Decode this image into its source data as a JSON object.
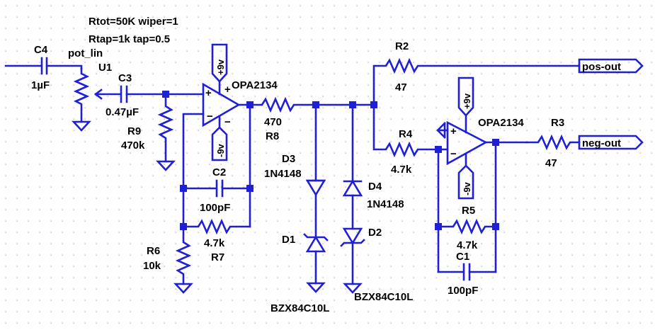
{
  "directive": {
    "line1": "Rtot=50K wiper=1",
    "line2": "Rtap=1k tap=0.5",
    "line3": "pot_lin"
  },
  "components": {
    "C4": {
      "ref": "C4",
      "value": "1µF"
    },
    "U1": {
      "ref": "U1"
    },
    "C3": {
      "ref": "C3",
      "value": "0.47µF"
    },
    "R9": {
      "ref": "R9",
      "value": "470k"
    },
    "OA1": {
      "model": "OPA2134",
      "vpos": "+9v",
      "vneg": "-9v"
    },
    "R8": {
      "ref": "R8",
      "value": "470"
    },
    "C2": {
      "ref": "C2",
      "value": "100pF"
    },
    "R7": {
      "ref": "R7",
      "value": "4.7k"
    },
    "R6": {
      "ref": "R6",
      "value": "10k"
    },
    "D3": {
      "ref": "D3",
      "value": "1N4148"
    },
    "D1": {
      "ref": "D1",
      "value": "BZX84C10L"
    },
    "D4": {
      "ref": "D4",
      "value": "1N4148"
    },
    "D2": {
      "ref": "D2",
      "value": "BZX84C10L"
    },
    "R2": {
      "ref": "R2",
      "value": "47"
    },
    "R4": {
      "ref": "R4",
      "value": "4.7k"
    },
    "OA2": {
      "model": "OPA2134",
      "vpos": "+9v",
      "vneg": "-9v"
    },
    "R3": {
      "ref": "R3",
      "value": "47"
    },
    "R5": {
      "ref": "R5",
      "value": "4.7k"
    },
    "C1": {
      "ref": "C1",
      "value": "100pF"
    }
  },
  "ports": {
    "pos_out": "pos-out",
    "neg_out": "neg-out"
  },
  "colors": {
    "wire": "#1f1fd6",
    "grid": "#9a9a9a",
    "text": "#000000",
    "background": "#ffffff"
  }
}
